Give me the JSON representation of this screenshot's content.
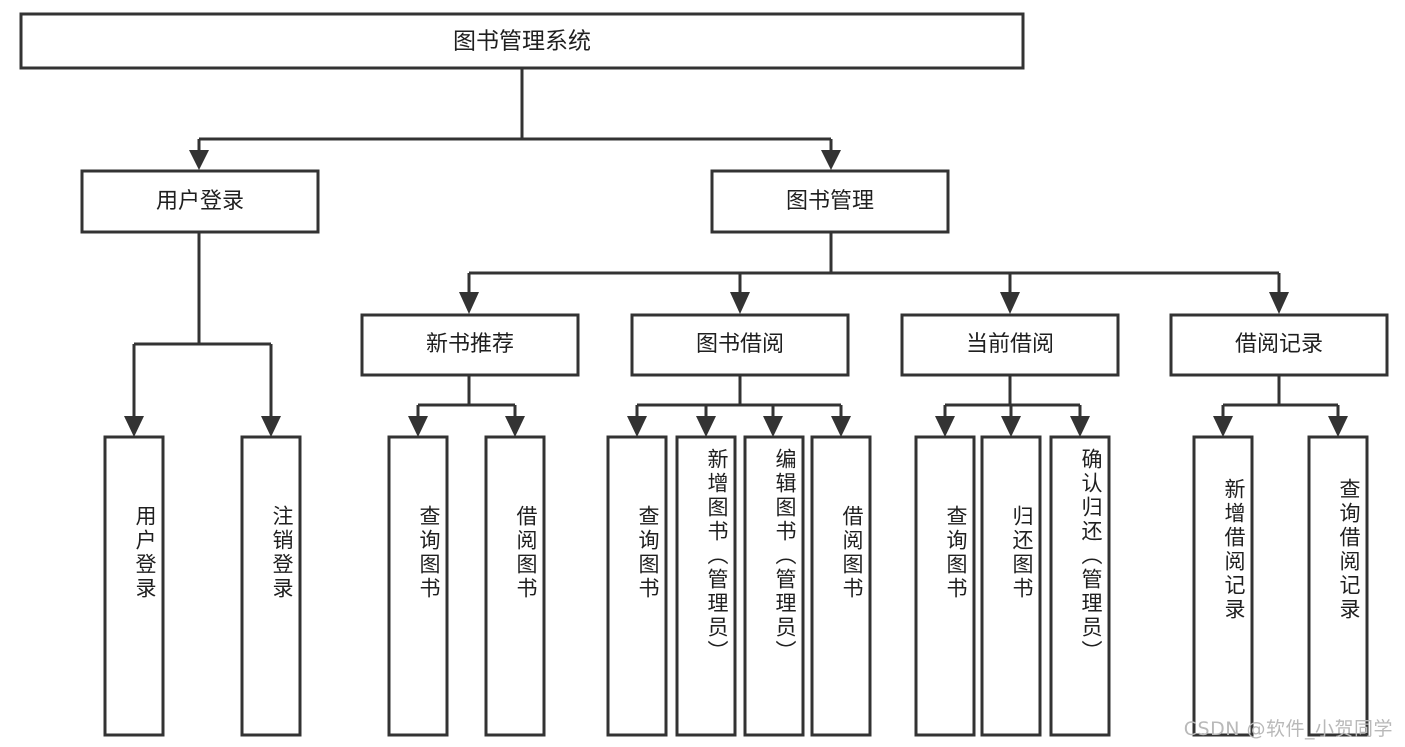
{
  "diagram": {
    "title": "图书管理系统",
    "type": "hierarchy-tree",
    "root": {
      "label": "图书管理系统"
    },
    "level2": [
      {
        "label": "用户登录"
      },
      {
        "label": "图书管理"
      }
    ],
    "level3": [
      {
        "label": "新书推荐"
      },
      {
        "label": "图书借阅"
      },
      {
        "label": "当前借阅"
      },
      {
        "label": "借阅记录"
      }
    ],
    "leaves": {
      "user_login": [
        {
          "label": "用户登录"
        },
        {
          "label": "注销登录"
        }
      ],
      "new_book_recommend": [
        {
          "label": "查询图书"
        },
        {
          "label": "借阅图书"
        }
      ],
      "book_borrow": [
        {
          "label": "查询图书"
        },
        {
          "label": "新增图书（管理员）"
        },
        {
          "label": "编辑图书（管理员）"
        },
        {
          "label": "借阅图书"
        }
      ],
      "current_borrow": [
        {
          "label": "查询图书"
        },
        {
          "label": "归还图书"
        },
        {
          "label": "确认归还（管理员）"
        }
      ],
      "borrow_record": [
        {
          "label": "新增借阅记录"
        },
        {
          "label": "查询借阅记录"
        }
      ]
    }
  },
  "watermark": {
    "text": "CSDN @软件_小贺同学"
  },
  "colors": {
    "stroke": "#333333",
    "text": "#1f1f1f",
    "background": "#ffffff",
    "watermark": "#b9b9b9"
  }
}
